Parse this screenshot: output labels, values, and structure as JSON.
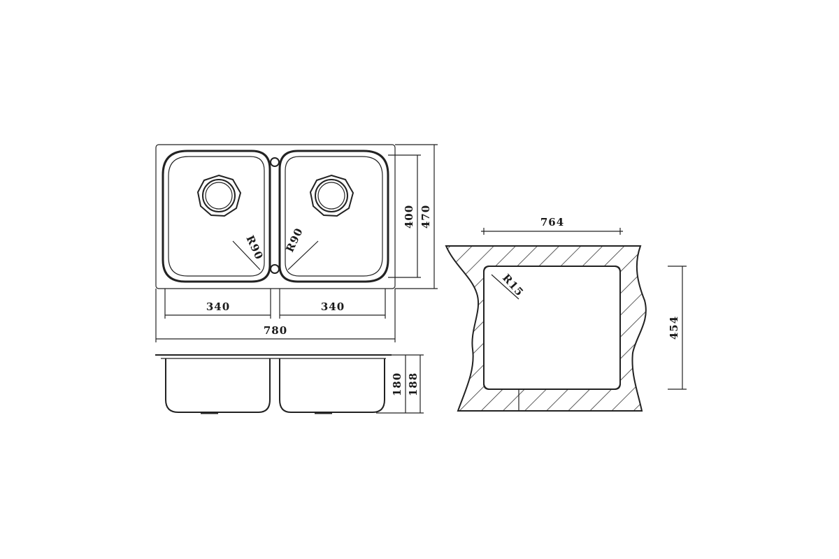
{
  "plan_view": {
    "width_label": "780",
    "bowl_left_label": "340",
    "bowl_right_label": "340",
    "inner_height_label": "400",
    "outer_height_label": "470",
    "radius_left_label": "R90",
    "radius_right_label": "R90"
  },
  "side_view": {
    "bowl_depth_label": "180",
    "total_depth_label": "188"
  },
  "cutout_view": {
    "width_label": "764",
    "height_label": "454",
    "corner_radius_label": "R15"
  }
}
